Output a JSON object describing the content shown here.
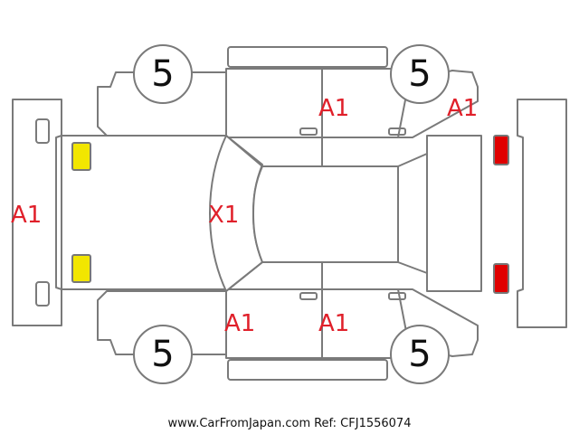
{
  "colors": {
    "damage": "#e0202a",
    "headlamp": "#f2e600",
    "taillamp": "#e00000",
    "outline": "#7a7a7a"
  },
  "tires": {
    "front_left": "5",
    "front_right": "5",
    "rear_left": "5",
    "rear_right": "5"
  },
  "damage_marks": {
    "front_bumper": "A1",
    "hood": "X1",
    "left_front_door": "A1",
    "left_rear_door": "A1",
    "right_rear_door": "A1",
    "right_rear_quarter": "A1"
  },
  "footer": {
    "site": "www.CarFromJapan.com",
    "ref": "Ref: CFJ1556074"
  }
}
